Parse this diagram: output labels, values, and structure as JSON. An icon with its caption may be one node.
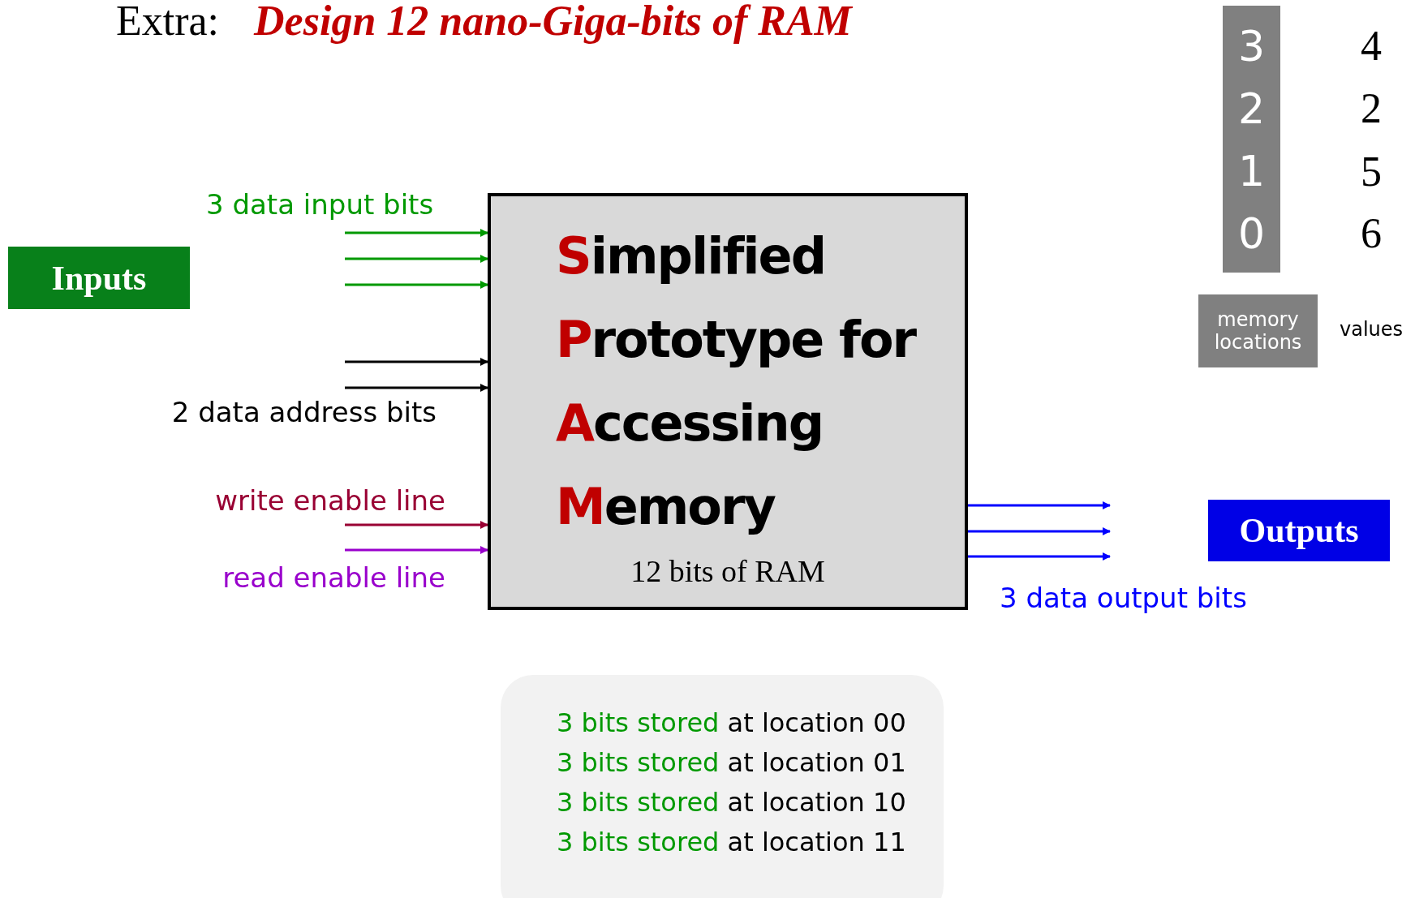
{
  "diagram": {
    "title": "Extra: **Design 12 nano-Giga-bits of RAM**",
    "nodes": [
      {
        "text": [
          "Inputs"
        ]
      },
      {
        "text": [
          "Simplified Prototype for Accessing Memory",
          "12 bits of RAM"
        ]
      },
      {
        "text": [
          "Outputs"
        ]
      },
      {
        "text": [
          "3",
          "2",
          "1",
          "0"
        ]
      },
      {
        "text": [
          "memory locations"
        ]
      },
      {
        "text": [
          "3 bits stored at location 00",
          "3 bits stored at location 01",
          "3 bits stored at location 10",
          "3 bits stored at location 11"
        ]
      }
    ],
    "edges": [
      {
        "from": null,
        "to": 1,
        "arrow": "to",
        "color": "#009900"
      },
      {
        "from": null,
        "to": 1,
        "arrow": "to",
        "color": "#009900"
      },
      {
        "from": null,
        "to": 1,
        "arrow": "to",
        "color": "#009900"
      },
      {
        "from": null,
        "to": 1,
        "arrow": "to",
        "color": "#000000"
      },
      {
        "from": null,
        "to": 1,
        "arrow": "to",
        "color": "#000000"
      },
      {
        "from": null,
        "to": 1,
        "arrow": "to",
        "color": "#990033"
      },
      {
        "from": null,
        "to": 1,
        "arrow": "to",
        "color": "#9900cc"
      },
      {
        "from": 1,
        "to": null,
        "arrow": "to",
        "color": "#0000ff"
      },
      {
        "from": 1,
        "to": null,
        "arrow": "to",
        "color": "#0000ff"
      },
      {
        "from": 1,
        "to": null,
        "arrow": "to",
        "color": "#0000ff"
      }
    ],
    "labels": [
      "4",
      "2",
      "5",
      "6",
      "values",
      "3 data input bits",
      "2 data address bits",
      "write enable line",
      "read enable line",
      "3 data output bits"
    ]
  }
}
